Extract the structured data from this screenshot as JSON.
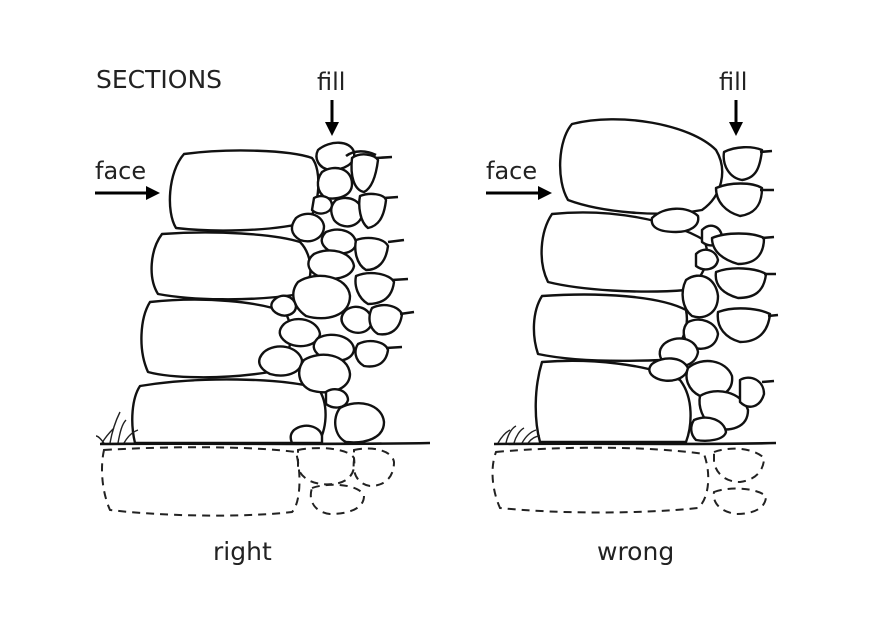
{
  "heading": "SECTIONS",
  "right_section": {
    "face_label": "face",
    "fill_label": "fill",
    "caption": "right"
  },
  "wrong_section": {
    "face_label": "face",
    "fill_label": "fill",
    "caption": "wrong"
  }
}
